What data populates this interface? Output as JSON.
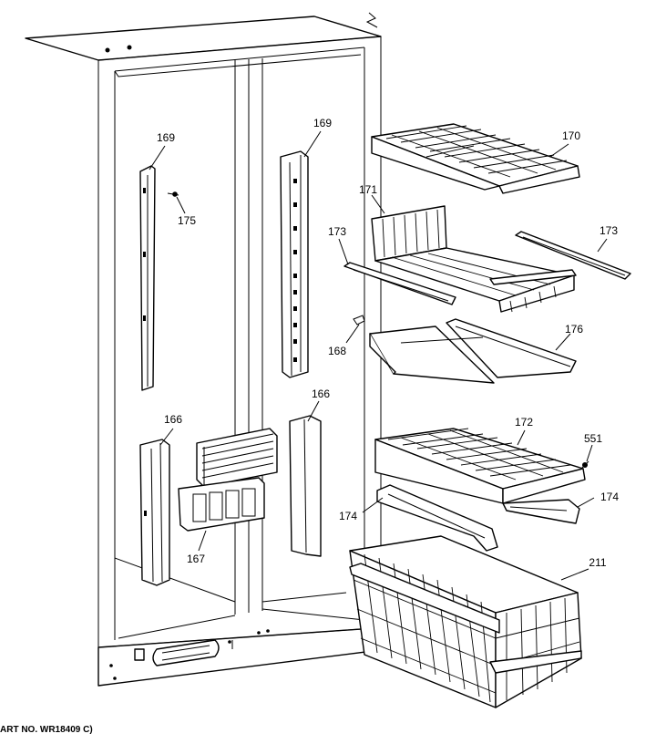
{
  "callouts": {
    "c169_left": "169",
    "c169_right": "169",
    "c170": "170",
    "c171": "171",
    "c173_left": "173",
    "c173_right": "173",
    "c175": "175",
    "c168": "168",
    "c176": "176",
    "c166_left": "166",
    "c166_right": "166",
    "c172": "172",
    "c551": "551",
    "c174_left": "174",
    "c174_right": "174",
    "c167": "167",
    "c211": "211"
  },
  "caption": "ART NO. WR18409 C)"
}
